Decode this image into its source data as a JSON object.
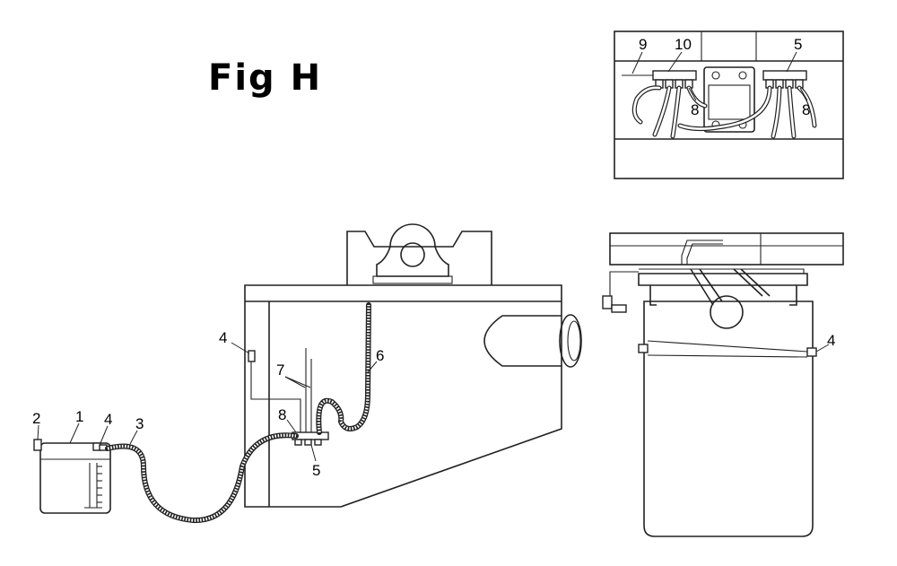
{
  "figure": {
    "title": "Fig H"
  },
  "callouts": {
    "inset": [
      "9",
      "10",
      "5",
      "8",
      "8"
    ],
    "main": [
      "2",
      "1",
      "4",
      "3",
      "4",
      "7",
      "6",
      "8",
      "5"
    ],
    "side": [
      "4"
    ]
  }
}
